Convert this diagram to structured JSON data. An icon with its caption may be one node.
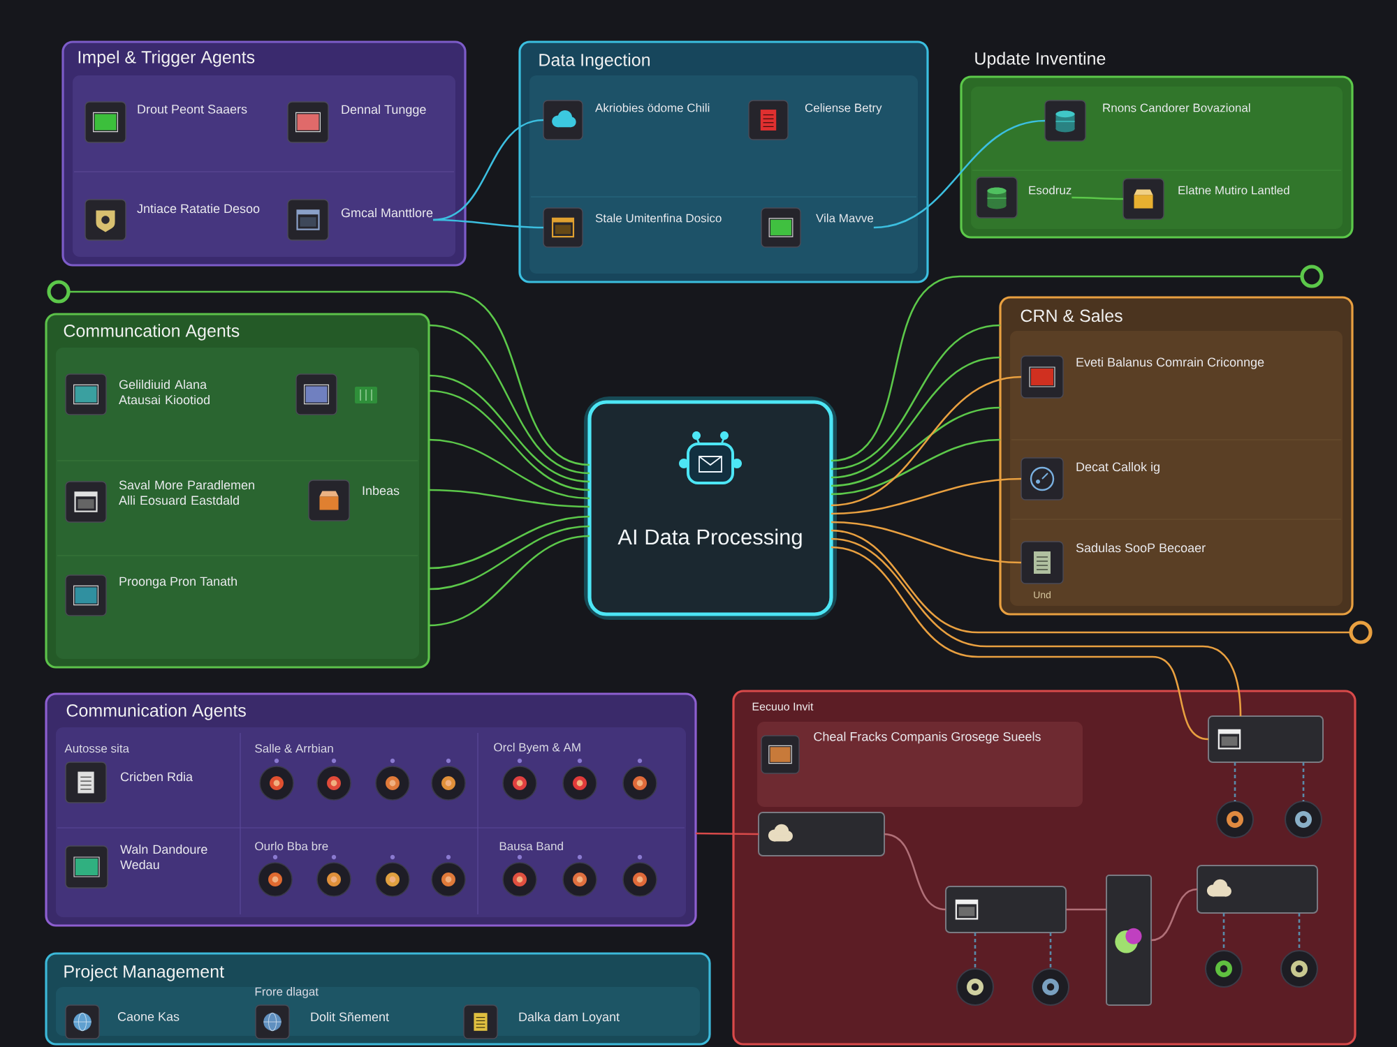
{
  "diagram": {
    "nodes": [
      {
        "text": [
          "Impel & Trigger Agents"
        ]
      },
      {
        "text": [
          "Drout Peont Saaers"
        ],
        "in": 0
      },
      {
        "text": [
          "Dennal Tungge"
        ],
        "in": 0
      },
      {
        "text": [
          "Jntiace Ratatie Desoo"
        ],
        "in": 0
      },
      {
        "text": [
          "Gmcal Manttlore"
        ],
        "in": 0
      },
      {
        "text": [
          "Data Ingection"
        ]
      },
      {
        "text": [
          "Akriobies ödome Chili"
        ],
        "in": 5
      },
      {
        "text": [
          "Celiense Betry"
        ],
        "in": 5
      },
      {
        "text": [
          "Stale Umitenfina Dosico"
        ],
        "in": 5
      },
      {
        "text": [
          "Vila Mavve"
        ],
        "in": 5
      },
      {
        "text": [
          "Update Inventine"
        ]
      },
      {
        "text": [
          "Rnons Candorer Bovazional"
        ],
        "in": 10
      },
      {
        "text": [
          "Esodruz"
        ],
        "in": 10
      },
      {
        "text": [
          "Elatne Mutiro Lantled"
        ],
        "in": 10
      },
      {
        "text": [],
        "shape": "circle"
      },
      {
        "text": [],
        "shape": "circle"
      },
      {
        "text": [
          "Communcation Agents"
        ]
      },
      {
        "text": [
          "Gelildiuid Alana Atausai Kiootiod"
        ],
        "in": 16
      },
      {
        "text": [
          "Saval More Paradlemen Alli Eosuard Eastdald"
        ],
        "in": 16
      },
      {
        "text": [
          "Inbeas"
        ],
        "in": 16
      },
      {
        "text": [
          "Proonga Pron Tanath"
        ],
        "in": 16
      },
      {
        "text": [
          "AI Data Processing"
        ]
      },
      {
        "text": [
          "CRN & Sales"
        ]
      },
      {
        "text": [
          "Eveti Balanus Comrain Criconnge"
        ],
        "in": 22
      },
      {
        "text": [
          "Decat Callok ig"
        ],
        "in": 22
      },
      {
        "text": [
          "Sadulas SooP Becoaer"
        ],
        "in": 22,
        "beside": [
          "Und"
        ]
      },
      {
        "text": [],
        "shape": "circle"
      },
      {
        "text": [
          "Communication Agents"
        ]
      },
      {
        "text": [
          "Cricben Rdia"
        ],
        "in": 27
      },
      {
        "text": [
          "Waln Dandoure Wedau"
        ],
        "in": 27
      },
      {
        "text": [
          "Eecuuo Invit"
        ]
      },
      {
        "text": [
          "Cheal Fracks Companis Grosege Sueels"
        ],
        "in": 30
      },
      {
        "text": [],
        "shape": "box",
        "in": 30
      },
      {
        "text": [],
        "shape": "box",
        "in": 30
      },
      {
        "text": [],
        "shape": "box",
        "in": 30
      },
      {
        "text": [],
        "shape": "bar",
        "in": 30
      },
      {
        "text": [],
        "shape": "box",
        "in": 30
      },
      {
        "text": [],
        "shape": "circle",
        "in": 30
      },
      {
        "text": [],
        "shape": "circle",
        "in": 30
      },
      {
        "text": [],
        "shape": "circle",
        "in": 30
      },
      {
        "text": [],
        "shape": "circle",
        "in": 30
      },
      {
        "text": [],
        "shape": "circle",
        "in": 30
      },
      {
        "text": [],
        "shape": "circle",
        "in": 30
      },
      {
        "text": [
          "Project Management"
        ]
      },
      {
        "text": [
          "Caone Kas"
        ],
        "in": 43
      },
      {
        "text": [
          "Dolit Sñement"
        ],
        "in": 43
      },
      {
        "text": [
          "Dalka dam Loyant"
        ],
        "in": 43
      }
    ],
    "edges": [
      {
        "from": 4,
        "to": 6,
        "arrow": "none",
        "color": "#3cbfe0"
      },
      {
        "from": 4,
        "to": 8,
        "arrow": "none",
        "color": "#3cbfe0"
      },
      {
        "from": 9,
        "to": 11,
        "arrow": "none",
        "color": "#3cbfe0"
      },
      {
        "from": 12,
        "to": 13,
        "arrow": "none"
      },
      {
        "from": 14,
        "to": 21,
        "arrow": "none"
      },
      {
        "from": 16,
        "to": 21,
        "arrow": "none"
      },
      {
        "from": 16,
        "to": 21,
        "arrow": "none"
      },
      {
        "from": 16,
        "to": 21,
        "arrow": "none"
      },
      {
        "from": 16,
        "to": 21,
        "arrow": "none"
      },
      {
        "from": 16,
        "to": 21,
        "arrow": "none"
      },
      {
        "from": 16,
        "to": 21,
        "arrow": "none"
      },
      {
        "from": 16,
        "to": 21,
        "arrow": "none"
      },
      {
        "from": 16,
        "to": 21,
        "arrow": "none"
      },
      {
        "from": 21,
        "to": 15,
        "arrow": "none"
      },
      {
        "from": 21,
        "to": 22,
        "arrow": "none"
      },
      {
        "from": 21,
        "to": 22,
        "arrow": "none"
      },
      {
        "from": 21,
        "to": 22,
        "arrow": "none"
      },
      {
        "from": 21,
        "to": 22,
        "arrow": "none"
      },
      {
        "from": 21,
        "to": 23,
        "arrow": "none",
        "color": "#e9a040"
      },
      {
        "from": 21,
        "to": 24,
        "arrow": "none",
        "color": "#e9a040"
      },
      {
        "from": 21,
        "to": 25,
        "arrow": "none",
        "color": "#e9a040"
      },
      {
        "from": 21,
        "to": 26,
        "arrow": "none",
        "color": "#e9a040"
      },
      {
        "from": 21,
        "to": 33,
        "arrow": "none",
        "color": "#e9a040"
      },
      {
        "from": 21,
        "to": 33,
        "arrow": "none",
        "color": "#e9a040"
      },
      {
        "from": 27,
        "to": 32,
        "arrow": "none",
        "color": "#d94a4a"
      },
      {
        "from": 32,
        "to": 34,
        "arrow": "none",
        "color": "#b07078"
      },
      {
        "from": 34,
        "to": 35,
        "arrow": "none",
        "color": "#b07078"
      },
      {
        "from": 35,
        "to": 36,
        "arrow": "none",
        "color": "#b07078"
      },
      {
        "from": 33,
        "to": 37,
        "arrow": "none",
        "style": "dashed",
        "color": "#5a8aa8"
      },
      {
        "from": 33,
        "to": 38,
        "arrow": "none",
        "style": "dashed",
        "color": "#5a8aa8"
      },
      {
        "from": 34,
        "to": 39,
        "arrow": "none",
        "style": "dashed",
        "color": "#5a8aa8"
      },
      {
        "from": 34,
        "to": 40,
        "arrow": "none",
        "style": "dashed",
        "color": "#5a8aa8"
      },
      {
        "from": 36,
        "to": 41,
        "arrow": "none",
        "style": "dashed",
        "color": "#5a8aa8"
      },
      {
        "from": 36,
        "to": 42,
        "arrow": "none",
        "style": "dashed",
        "color": "#5a8aa8"
      }
    ],
    "labels": [
      "Autosse sita",
      "Salle & Arrbian",
      "Orcl Byem & AM",
      "Ourlo Bba bre",
      "Bausa Band",
      "Frore dlagat"
    ]
  }
}
